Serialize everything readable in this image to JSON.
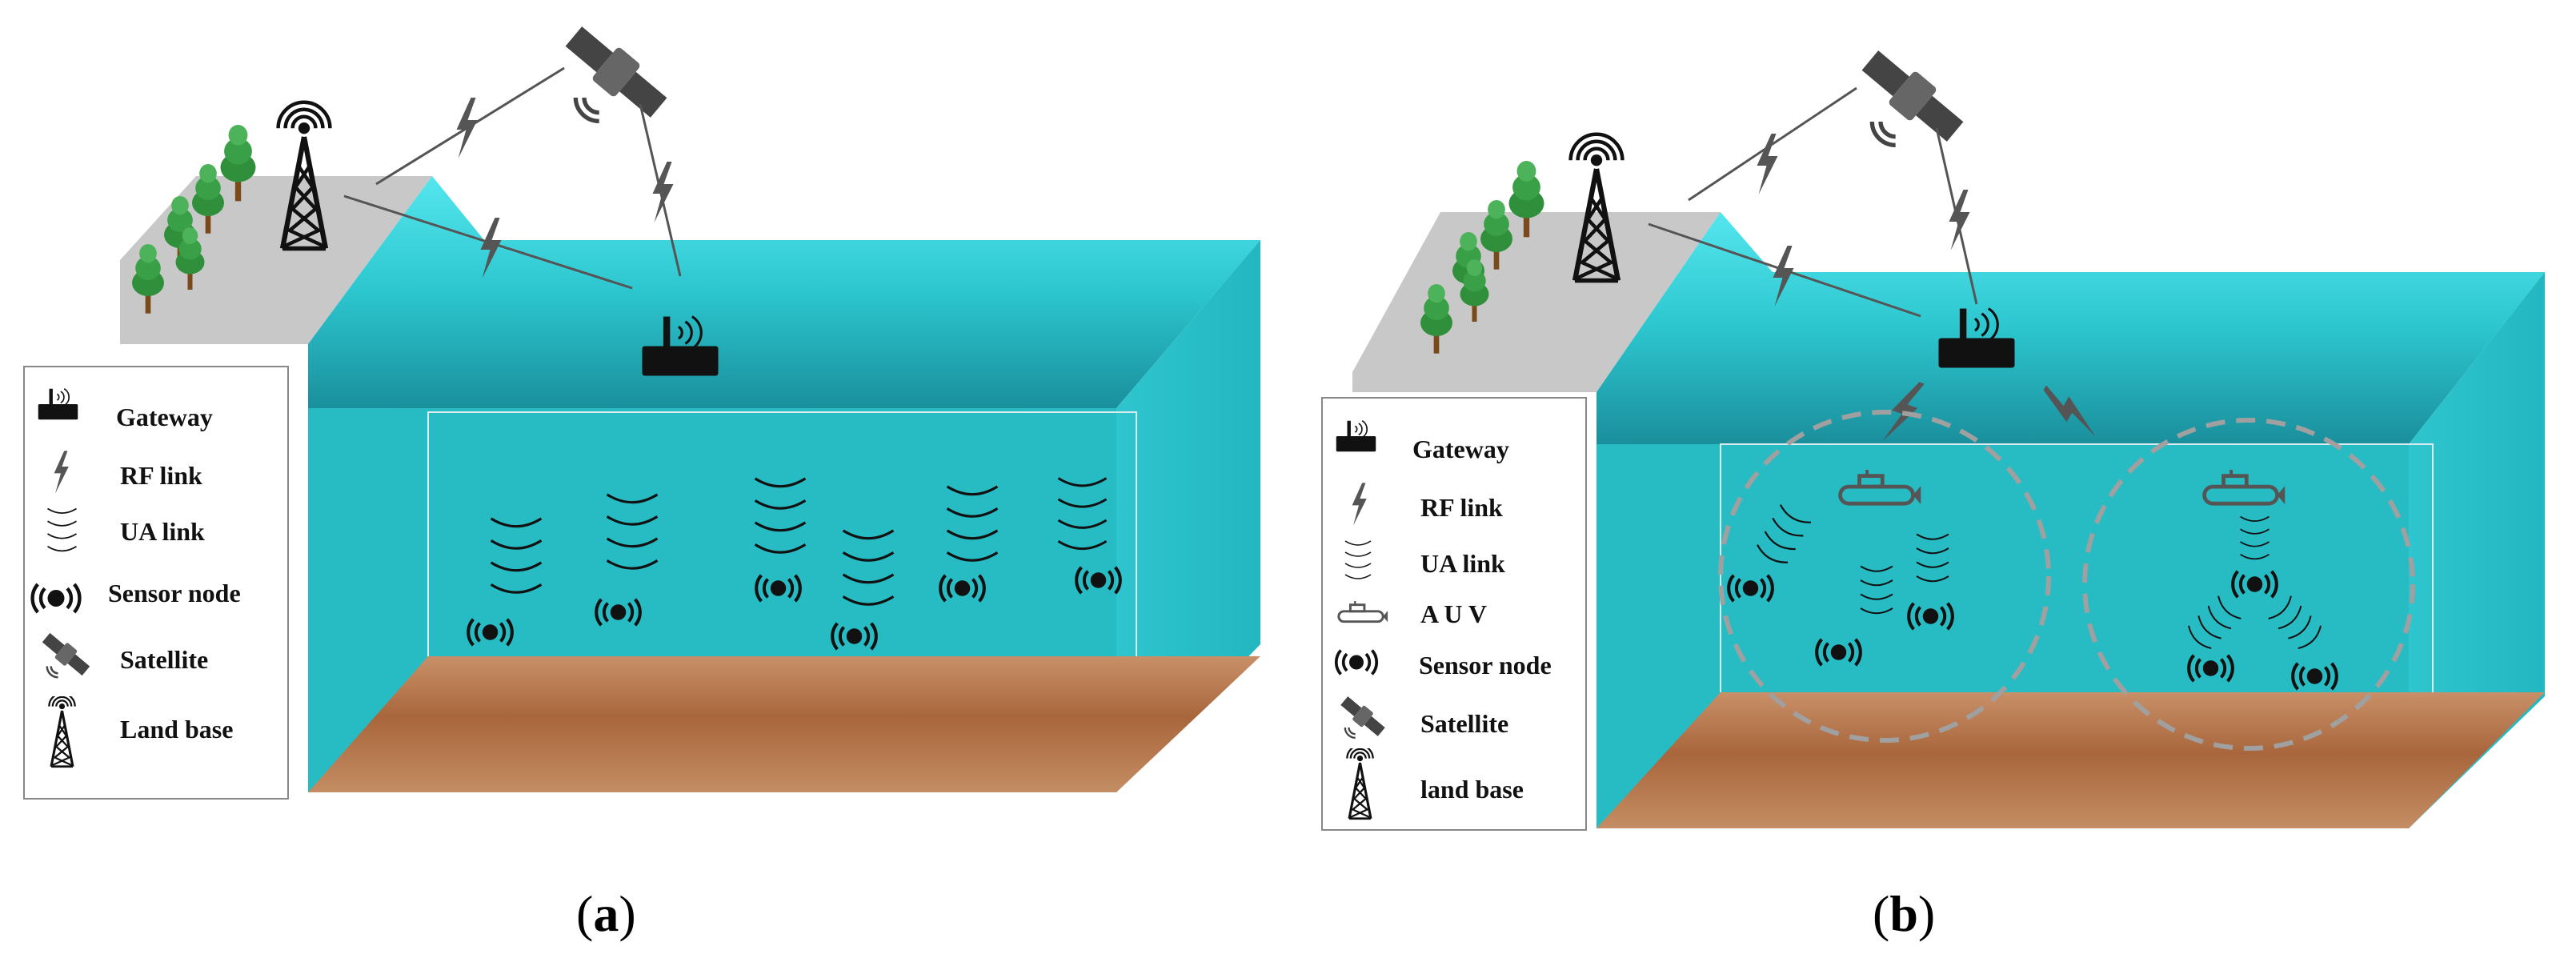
{
  "panels": [
    {
      "id": "a",
      "caption": "(a)",
      "caption_letter": "a",
      "legend": [
        {
          "icon": "gateway-icon",
          "label": "Gateway"
        },
        {
          "icon": "rf-link-icon",
          "label": "RF link"
        },
        {
          "icon": "ua-link-icon",
          "label": "UA link"
        },
        {
          "icon": "sensor-node-icon",
          "label": "Sensor node"
        },
        {
          "icon": "satellite-icon",
          "label": "Satellite"
        },
        {
          "icon": "land-base-icon",
          "label": "Land base"
        }
      ]
    },
    {
      "id": "b",
      "caption": "(b)",
      "caption_letter": "b",
      "legend": [
        {
          "icon": "gateway-icon",
          "label": "Gateway"
        },
        {
          "icon": "rf-link-icon",
          "label": "RF link"
        },
        {
          "icon": "ua-link-icon",
          "label": "UA link"
        },
        {
          "icon": "auv-icon",
          "label": "A U V"
        },
        {
          "icon": "sensor-node-icon",
          "label": "Sensor node"
        },
        {
          "icon": "satellite-icon",
          "label": "Satellite"
        },
        {
          "icon": "land-base-icon",
          "label": "land base"
        }
      ]
    }
  ],
  "colors": {
    "water_surface": "#3fd3dd",
    "water_body": "#27bcc4",
    "water_side": "#1fb3bd",
    "seabed": "#b9784a",
    "land": "#c8c8c8",
    "icon": "#111111",
    "link": "#555555",
    "cluster": "#9a9a9a"
  }
}
